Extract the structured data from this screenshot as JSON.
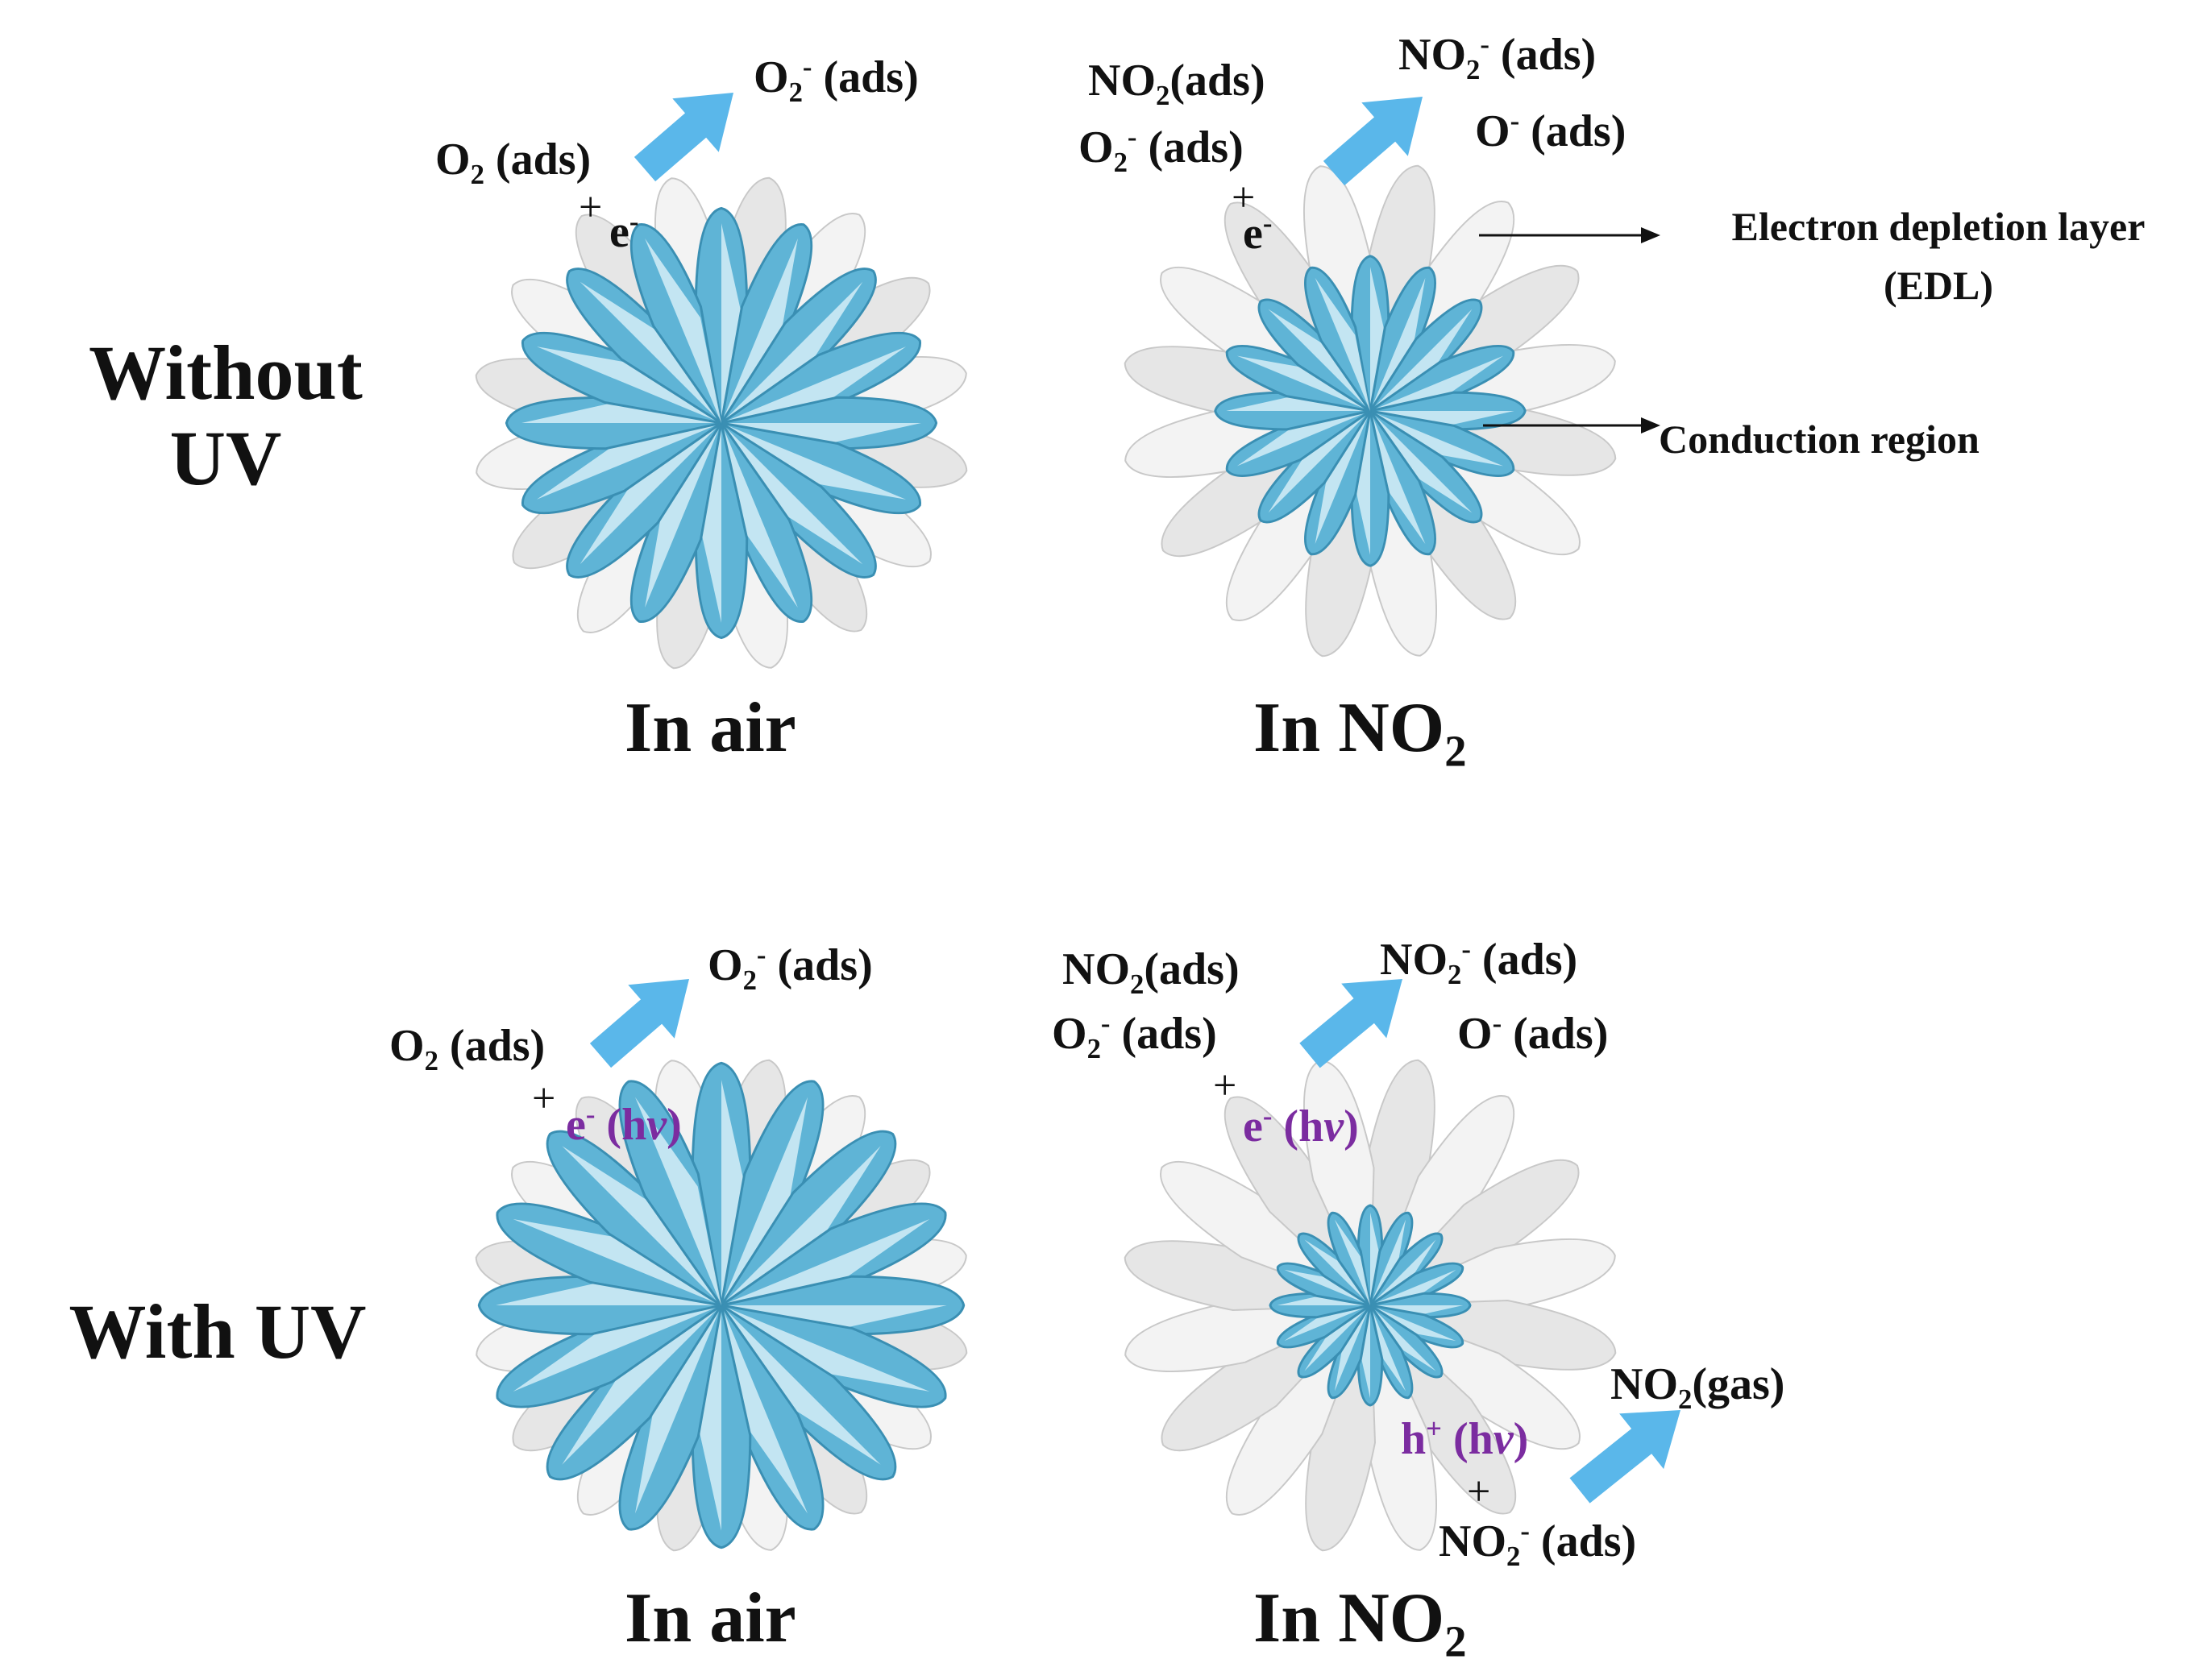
{
  "colors": {
    "core": "#5fb4d6",
    "core_stroke": "#3a8fb3",
    "core_light": "#e4f6fb",
    "shell": "#e6e6e6",
    "shell_stroke": "#c8c8c8",
    "arrow": "#5ab7ea",
    "purple": "#7b2ca0"
  },
  "rows": {
    "without_uv": {
      "line1": "Without",
      "line2": "UV"
    },
    "with_uv": {
      "line1": "With UV"
    }
  },
  "panels": {
    "p1": {
      "caption": "In air",
      "reactant": "O",
      "reactant_sub": "2",
      "reactant_tail": " (ads)",
      "plus": "+",
      "electron": "e",
      "electron_sup": "-",
      "product": "O",
      "product_sub": "2",
      "product_sup": "-",
      "product_tail": " (ads)",
      "core_size": 0.86,
      "shell_size": 1.0
    },
    "p2": {
      "caption": "In NO",
      "caption_sub": "2",
      "reactant_a": "NO",
      "reactant_a_sub": "2",
      "reactant_a_tail": "(ads)",
      "reactant_b": "O",
      "reactant_b_sub": "2",
      "reactant_b_sup": "-",
      "reactant_b_tail": " (ads)",
      "plus": "+",
      "electron": "e",
      "electron_sup": "-",
      "product_a": "NO",
      "product_a_sub": "2",
      "product_a_sup": "-",
      "product_a_tail": " (ads)",
      "product_b": "O",
      "product_b_sup": "-",
      "product_b_tail": " (ads)",
      "edl_label_1": "Electron depletion layer",
      "edl_label_2": "(EDL)",
      "conduction_label": "Conduction region",
      "core_size": 0.62,
      "shell_size": 1.0
    },
    "p3": {
      "caption": "In air",
      "reactant": "O",
      "reactant_sub": "2",
      "reactant_tail": " (ads)",
      "plus": "+",
      "electron": "e",
      "electron_sup": "-",
      "electron_tail": " (h",
      "nu": "ν",
      "close": ")",
      "product": "O",
      "product_sub": "2",
      "product_sup": "-",
      "product_tail": " (ads)",
      "core_size": 0.97,
      "shell_size": 1.0
    },
    "p4": {
      "caption": "In NO",
      "caption_sub": "2",
      "reactant_a": "NO",
      "reactant_a_sub": "2",
      "reactant_a_tail": "(ads)",
      "reactant_b": "O",
      "reactant_b_sub": "2",
      "reactant_b_sup": "-",
      "reactant_b_tail": " (ads)",
      "plus": "+",
      "electron": "e",
      "electron_sup": "-",
      "electron_tail": " (h",
      "nu": "ν",
      "close": ")",
      "product_a": "NO",
      "product_a_sub": "2",
      "product_a_sup": "-",
      "product_a_tail": " (ads)",
      "product_b": "O",
      "product_b_sup": "-",
      "product_b_tail": " (ads)",
      "hole": "h",
      "hole_sup": "+",
      "hole_tail": " (h",
      "plus2": "+",
      "reactant_c": "NO",
      "reactant_c_sub": "2",
      "reactant_c_sup": "-",
      "reactant_c_tail": " (ads)",
      "product_c": "NO",
      "product_c_sub": "2",
      "product_c_tail": "(gas)",
      "core_size": 0.4,
      "shell_size": 1.0
    }
  }
}
